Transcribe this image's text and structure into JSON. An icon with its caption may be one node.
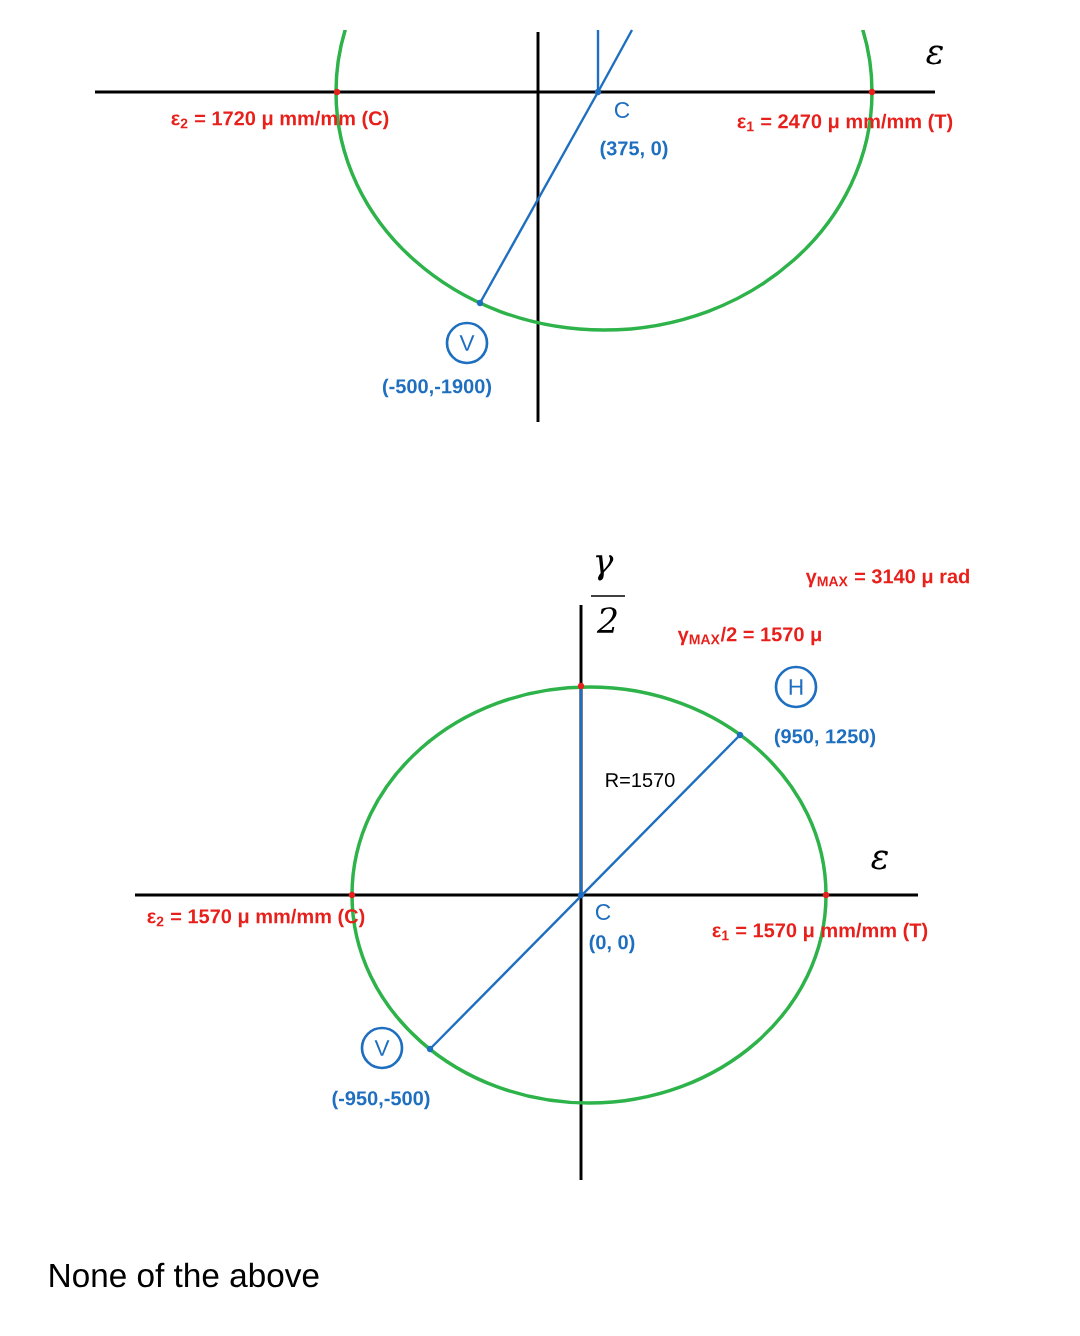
{
  "diagram": {
    "nodes": [
      {
        "text": [
          "V"
        ],
        "beside": [
          "(-500,-1900)"
        ]
      },
      {
        "text": [
          "H"
        ],
        "beside": [
          "(950, 1250)"
        ]
      },
      {
        "text": [
          "V"
        ],
        "beside": [
          "(-950,-500)"
        ]
      }
    ],
    "labels": [
      "ε",
      "ε$_{2}$ = 1720 μ mm/mm (C)",
      "C",
      "ε$_{1}$ = 2470 μ mm/mm (T)",
      "(375, 0)",
      "γ",
      "2",
      "γ$_{MAX}$ = 3140 μ rad",
      "γ$_{MAX}$/2 = 1570 μ",
      "R=1570",
      "ε",
      "ε$_{2}$ = 1570 μ mm/mm (C)",
      "C",
      "(0, 0)",
      "ε$_{1}$ = 1570 μ mm/mm (T)",
      "None of the above"
    ]
  }
}
